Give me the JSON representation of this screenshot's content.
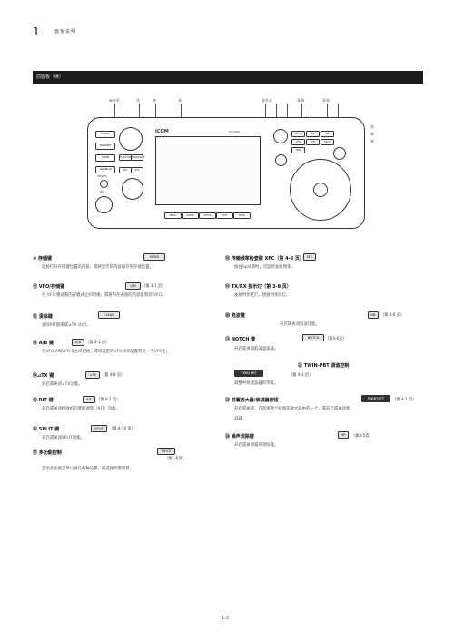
{
  "header": {
    "chapter_num": "1",
    "chapter_title": "面板说明"
  },
  "banner": {
    "text": "前面板（续）"
  },
  "callouts_top": [
    "⑩⑪⑫",
    "⑬",
    "⑭",
    "⑮",
    "⑯⑰⑱",
    "⑲⑳",
    "㉑㉒"
  ],
  "callouts_right": [
    "㉓",
    "㉔",
    "㉕"
  ],
  "radio": {
    "brand": "ICOM",
    "model": "IC-7300",
    "labels": {
      "power": "POWER",
      "transmit": "TRANSMIT",
      "tuner": "TUNER",
      "voxbk": "VOX/BK-IN",
      "phones": "PHONES",
      "mic": "MIC",
      "rit": "RIT",
      "xfc": "XFC",
      "clear": "CLEAR",
      "multi": "MULTI",
      "menu": "MENU",
      "function": "FUNCTION",
      "minscope": "MIN/SCOPE",
      "quick": "QUICK",
      "exit": "EXIT",
      "vfo": "VFO",
      "ab": "A/B",
      "split": "SPLIT",
      "mw": "MW",
      "notch": "NOTCH",
      "nb": "NB",
      "nr": "NR",
      "twinpbt": "TWIN PBT",
      "af": "AF",
      "rf": "RF/SQL"
    }
  },
  "left": [
    {
      "title": "⑩ 存储键",
      "key": "MPAD",
      "desc": [
        "短按打开存储键位置的内容，或将显示的内容保存到存储位置。"
      ]
    },
    {
      "title": "⑪ VFO/存储键",
      "key": "V/M",
      "ref": "（第 3-1 页）",
      "desc": [
        "在 VFO 模式和内存模式之间切换，或将内存通道的内容复制到 VFO。"
      ]
    },
    {
      "title": "⑫ 清除键",
      "key": "CLEAR",
      "desc": [
        "清除RIT频率或⊿TX shift。"
      ]
    },
    {
      "title": "⑬ A/B 键",
      "key": "A/B",
      "ref": "（第 3-1 页）",
      "desc": [
        "在VFO A和VFO B之间切换，或将选定的VFO频率配置到另一个VFO上。"
      ]
    },
    {
      "title": "⑭⊿TX 键",
      "key": "⊿TX",
      "ref": "（第 4-8 页）",
      "desc": [
        "开启或关闭⊿TX功能。"
      ]
    },
    {
      "title": "⑮ RIT 键",
      "key": "RIT",
      "ref": "（第 4-1 页）",
      "desc": [
        "开启或关闭接收机的增量调谐（RIT）功能。"
      ]
    },
    {
      "title": "⑯ SPLIT 键",
      "key": "SPLIT",
      "ref": "（第 4-10 页）",
      "desc": [
        "开启或关闭SPLIT功能。"
      ]
    },
    {
      "title": "⑰ 多功能控制",
      "key": "MULTI",
      "ref": "（第1-6页）",
      "desc": [
        "显示多功能菜单以进行各种设置，或选择所需项目。"
      ]
    }
  ],
  "right": [
    {
      "title": "⑱ 传输频率检查键 XFC（第 4-6 页）",
      "key": "XFC",
      "desc": [
        "按住Split期时，可监听发射频率。"
      ]
    },
    {
      "title": "⑲ TX/RX 指示灯（第 3-8 页）",
      "desc": [
        "发射时亮红灯，接收时亮绿灯。"
      ]
    },
    {
      "title": "⑳ 陷波键",
      "key": "NB",
      "ref": "（第 4-6 页）",
      "desc": [
        "开启或关闭陷波功能。"
      ]
    },
    {
      "title": "㉑ NOTCH 键",
      "key": "NOTCH",
      "ref": "（第4-6页）",
      "desc": [
        "开启或关闭陷波滤波器。"
      ]
    },
    {
      "title": "㉒ TWIN-PBT 调谐控制",
      "key": "TWIN PBT",
      "ref": "（第 4-3 页）",
      "desc": [
        "调整中频滤波器的带宽。"
      ]
    },
    {
      "title": "㉓ 前置放大器/衰减器按钮",
      "key": "P.AMP/ATT",
      "ref": "（第 4-1 页）",
      "desc": [
        "开启或关闭，在选择两个射频前放大器中的一个，或开启或关闭衰",
        "减器。"
      ]
    },
    {
      "title": "㉔ 噪声消除键",
      "key": "NR",
      "ref": "（第4-5页）",
      "desc": [
        "开启或关闭噪声消除器。"
      ]
    }
  ],
  "footer": {
    "page": "1-2"
  }
}
